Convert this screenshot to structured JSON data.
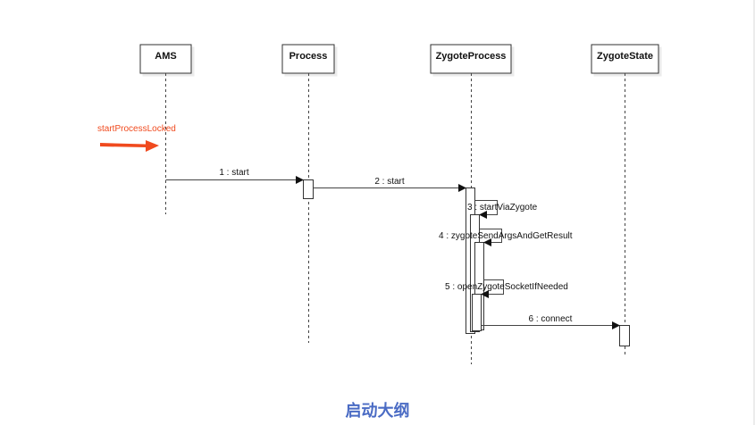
{
  "diagram": {
    "type": "sequence",
    "participants": [
      {
        "id": "ams",
        "label": "AMS"
      },
      {
        "id": "process",
        "label": "Process"
      },
      {
        "id": "zygote-process",
        "label": "ZygoteProcess"
      },
      {
        "id": "zygote-state",
        "label": "ZygoteState"
      }
    ],
    "messages": [
      {
        "from": "ams",
        "to": "process",
        "label": "1 : start"
      },
      {
        "from": "process",
        "to": "zygote-process",
        "label": "2 : start"
      },
      {
        "from": "zygote-process",
        "to": "zygote-process",
        "label": "3 : startViaZygote"
      },
      {
        "from": "zygote-process",
        "to": "zygote-process",
        "label": "4 : zygoteSendArgsAndGetResult"
      },
      {
        "from": "zygote-process",
        "to": "zygote-process",
        "label": "5 : openZygoteSocketIfNeeded"
      },
      {
        "from": "zygote-process",
        "to": "zygote-state",
        "label": "6 : connect"
      }
    ],
    "annotation": {
      "label": "startProcessLocked",
      "color": "#f04a1e",
      "target": "ams"
    }
  },
  "caption": "启动大纲",
  "colors": {
    "line": "#333333",
    "caption": "#4a6bc4",
    "annotation": "#f04a1e"
  }
}
